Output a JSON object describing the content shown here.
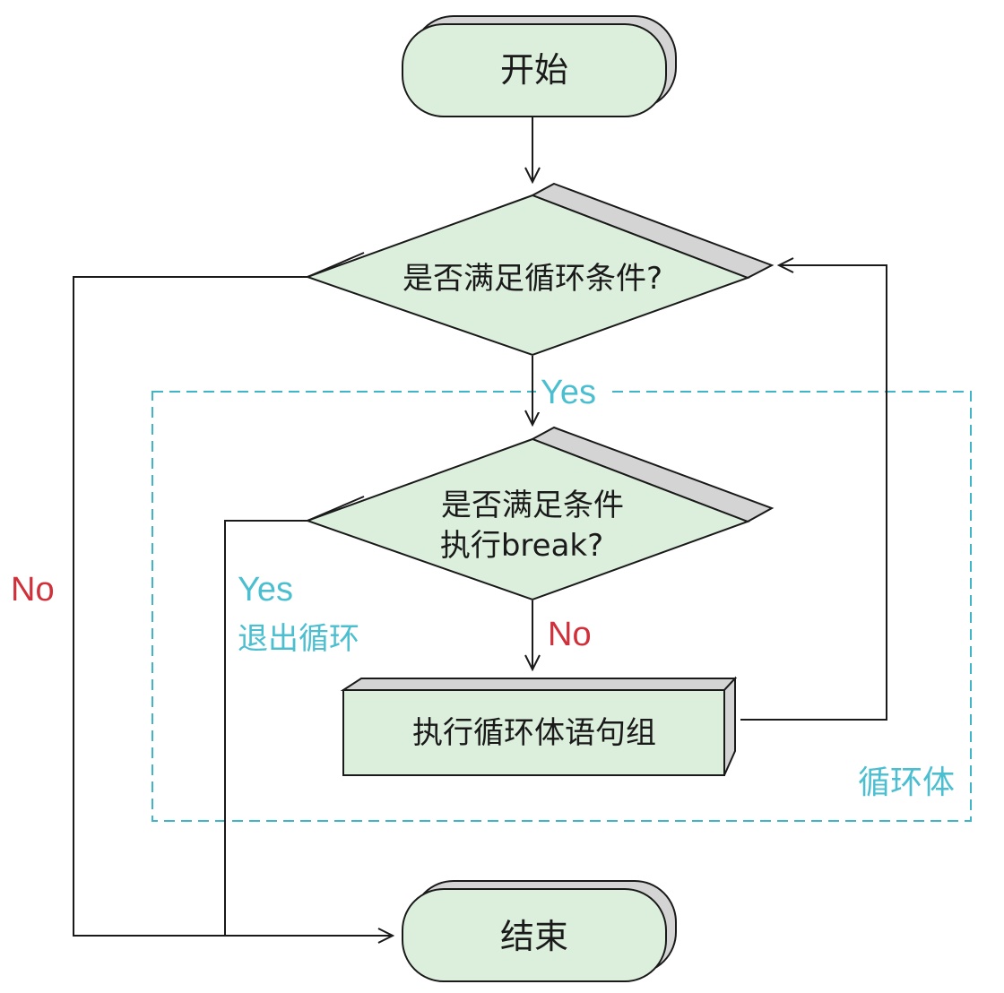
{
  "nodes": {
    "start": "开始",
    "loop_condition": "是否满足循环条件?",
    "break_condition_line1": "是否满足条件",
    "break_condition_line2": "执行break?",
    "loop_body": "执行循环体语句组",
    "end": "结束"
  },
  "edge_labels": {
    "loop_yes": "Yes",
    "loop_no": "No",
    "break_yes": "Yes",
    "break_yes_note": "退出循环",
    "break_no": "No"
  },
  "region_label": "循环体",
  "colors": {
    "node_fill": "#dcefdc",
    "node_shadow": "#d4d4d4",
    "stroke": "#1a1a1a",
    "yes_label": "#4bbfd0",
    "no_label": "#d0303a",
    "loop_region_border": "#3fb5c8"
  }
}
